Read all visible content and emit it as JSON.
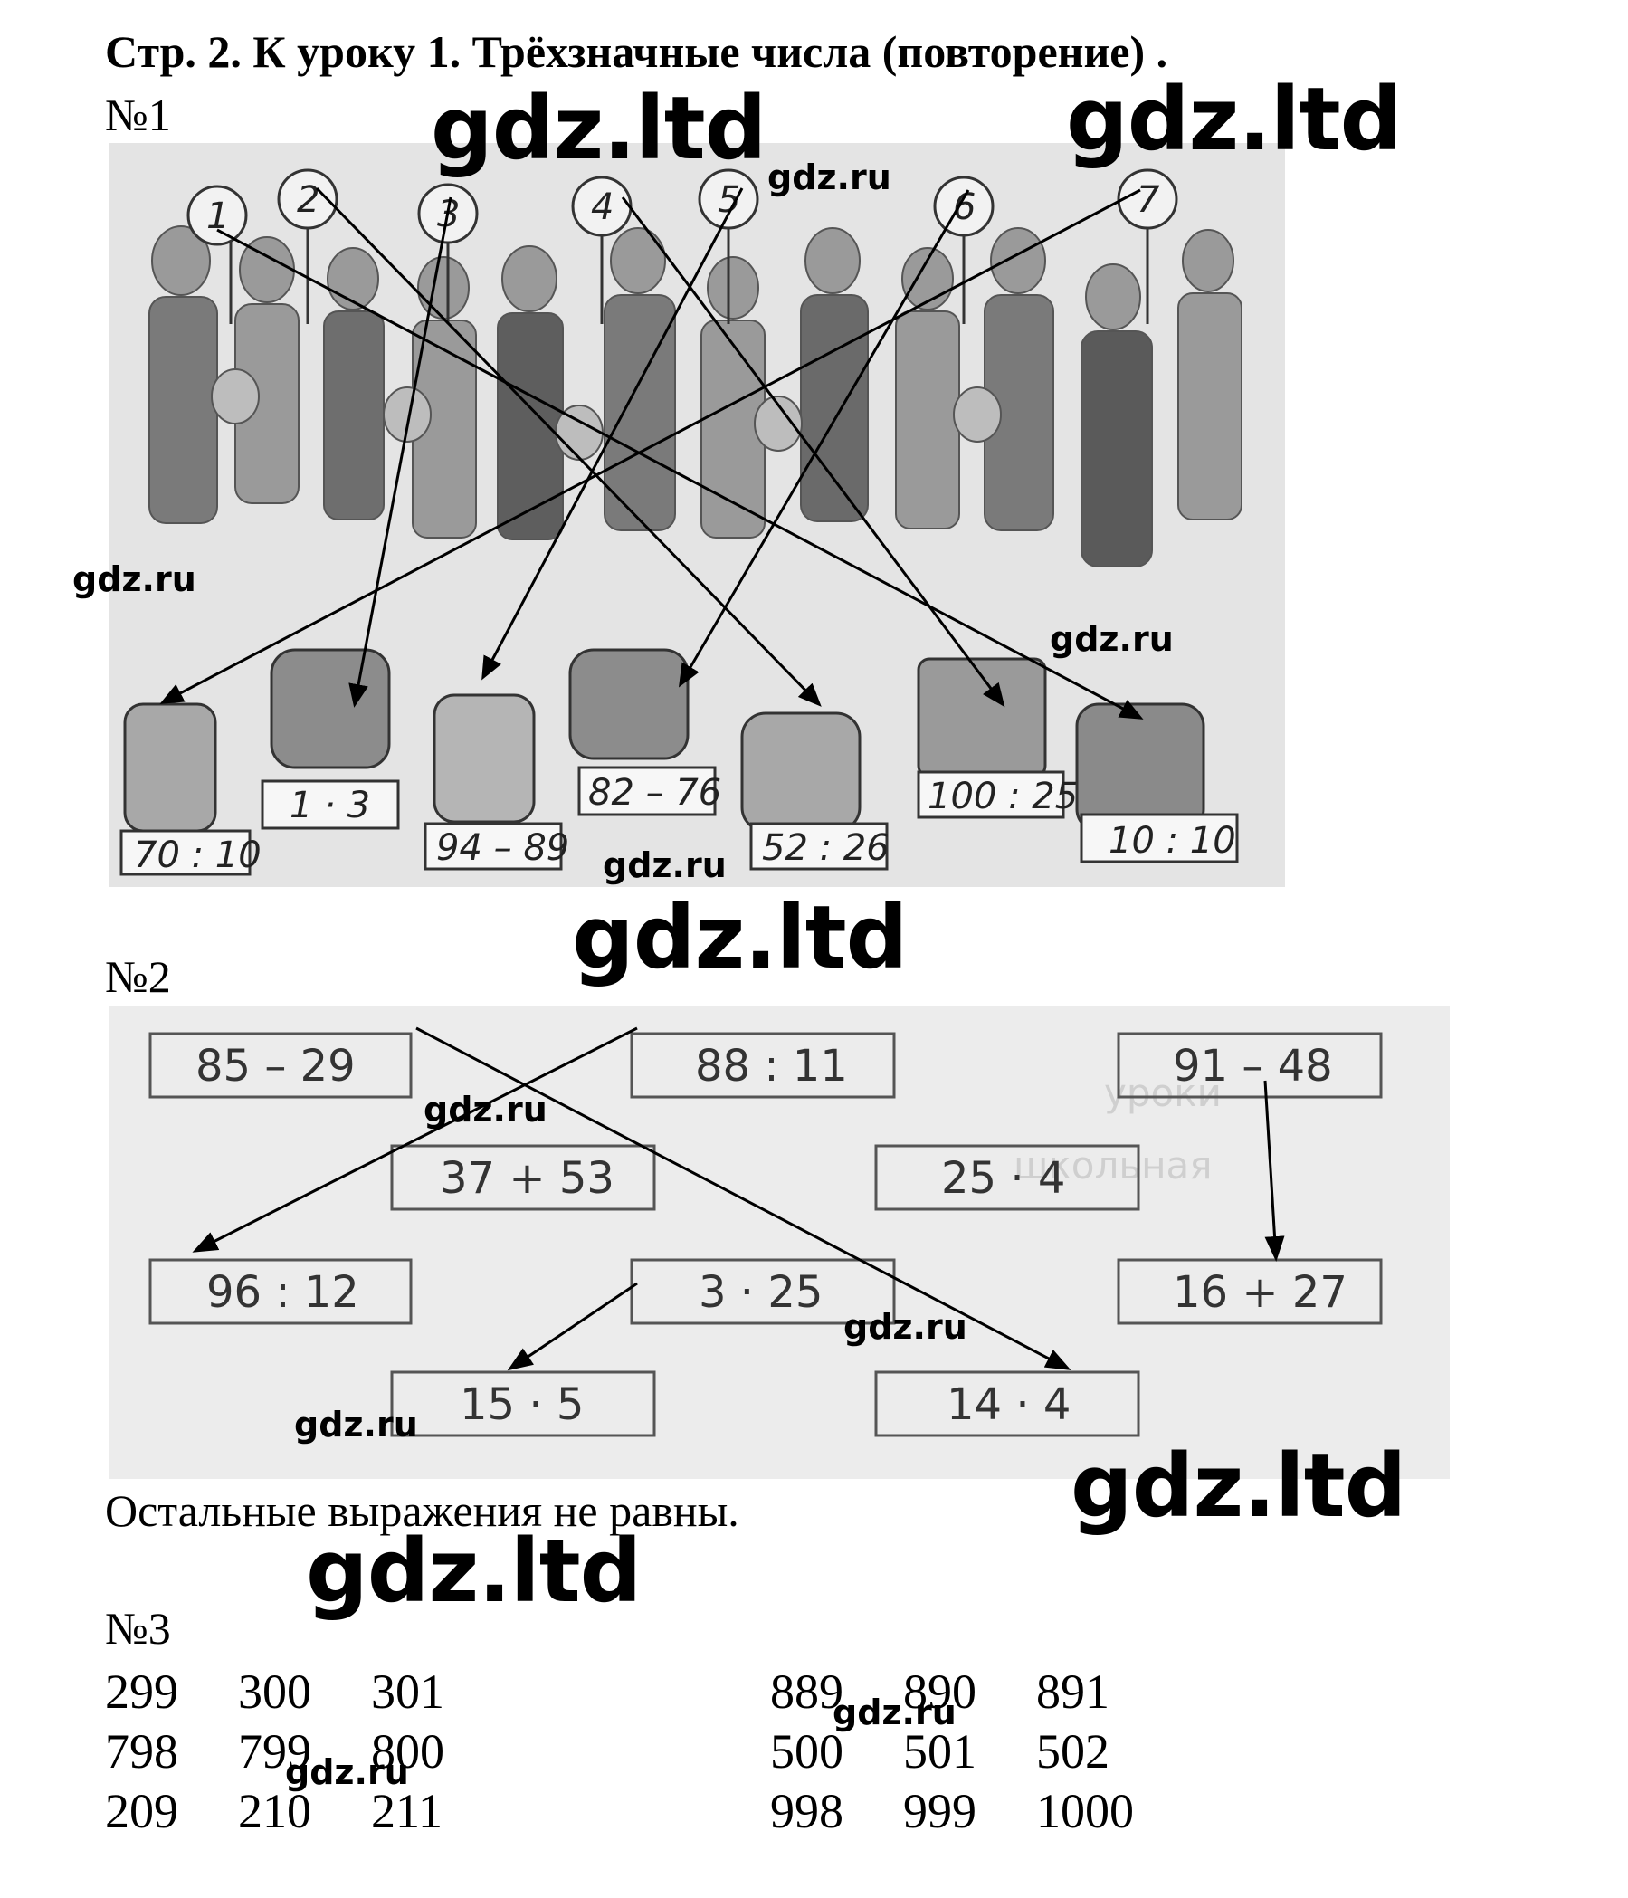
{
  "header": {
    "title": "Стр. 2. К уроку 1. Трёхзначные числа (повторение) ."
  },
  "task1": {
    "label": "№1",
    "balloons": [
      "1",
      "2",
      "3",
      "4",
      "5",
      "6",
      "7"
    ],
    "bags": [
      "70 : 10",
      "1 · 3",
      "94 – 89",
      "82 – 76",
      "52 : 26",
      "100 : 25",
      "10 : 10"
    ]
  },
  "task2": {
    "label": "№2",
    "expressions": [
      "85 – 29",
      "88 : 11",
      "91 – 48",
      "37 + 53",
      "25 · 4",
      "96 : 12",
      "3 · 25",
      "16 + 27",
      "15 · 5",
      "14 · 4"
    ],
    "note": "Остальные выражения не равны."
  },
  "task3": {
    "label": "№3",
    "left_rows": [
      [
        "299",
        "300",
        "301"
      ],
      [
        "798",
        "799",
        "800"
      ],
      [
        "209",
        "210",
        "211"
      ]
    ],
    "right_rows": [
      [
        "889",
        "890",
        "891"
      ],
      [
        "500",
        "501",
        "502"
      ],
      [
        "998",
        "999",
        "1000"
      ]
    ]
  },
  "watermarks": {
    "large": "gdz.ltd",
    "small": "gdz.ru"
  }
}
